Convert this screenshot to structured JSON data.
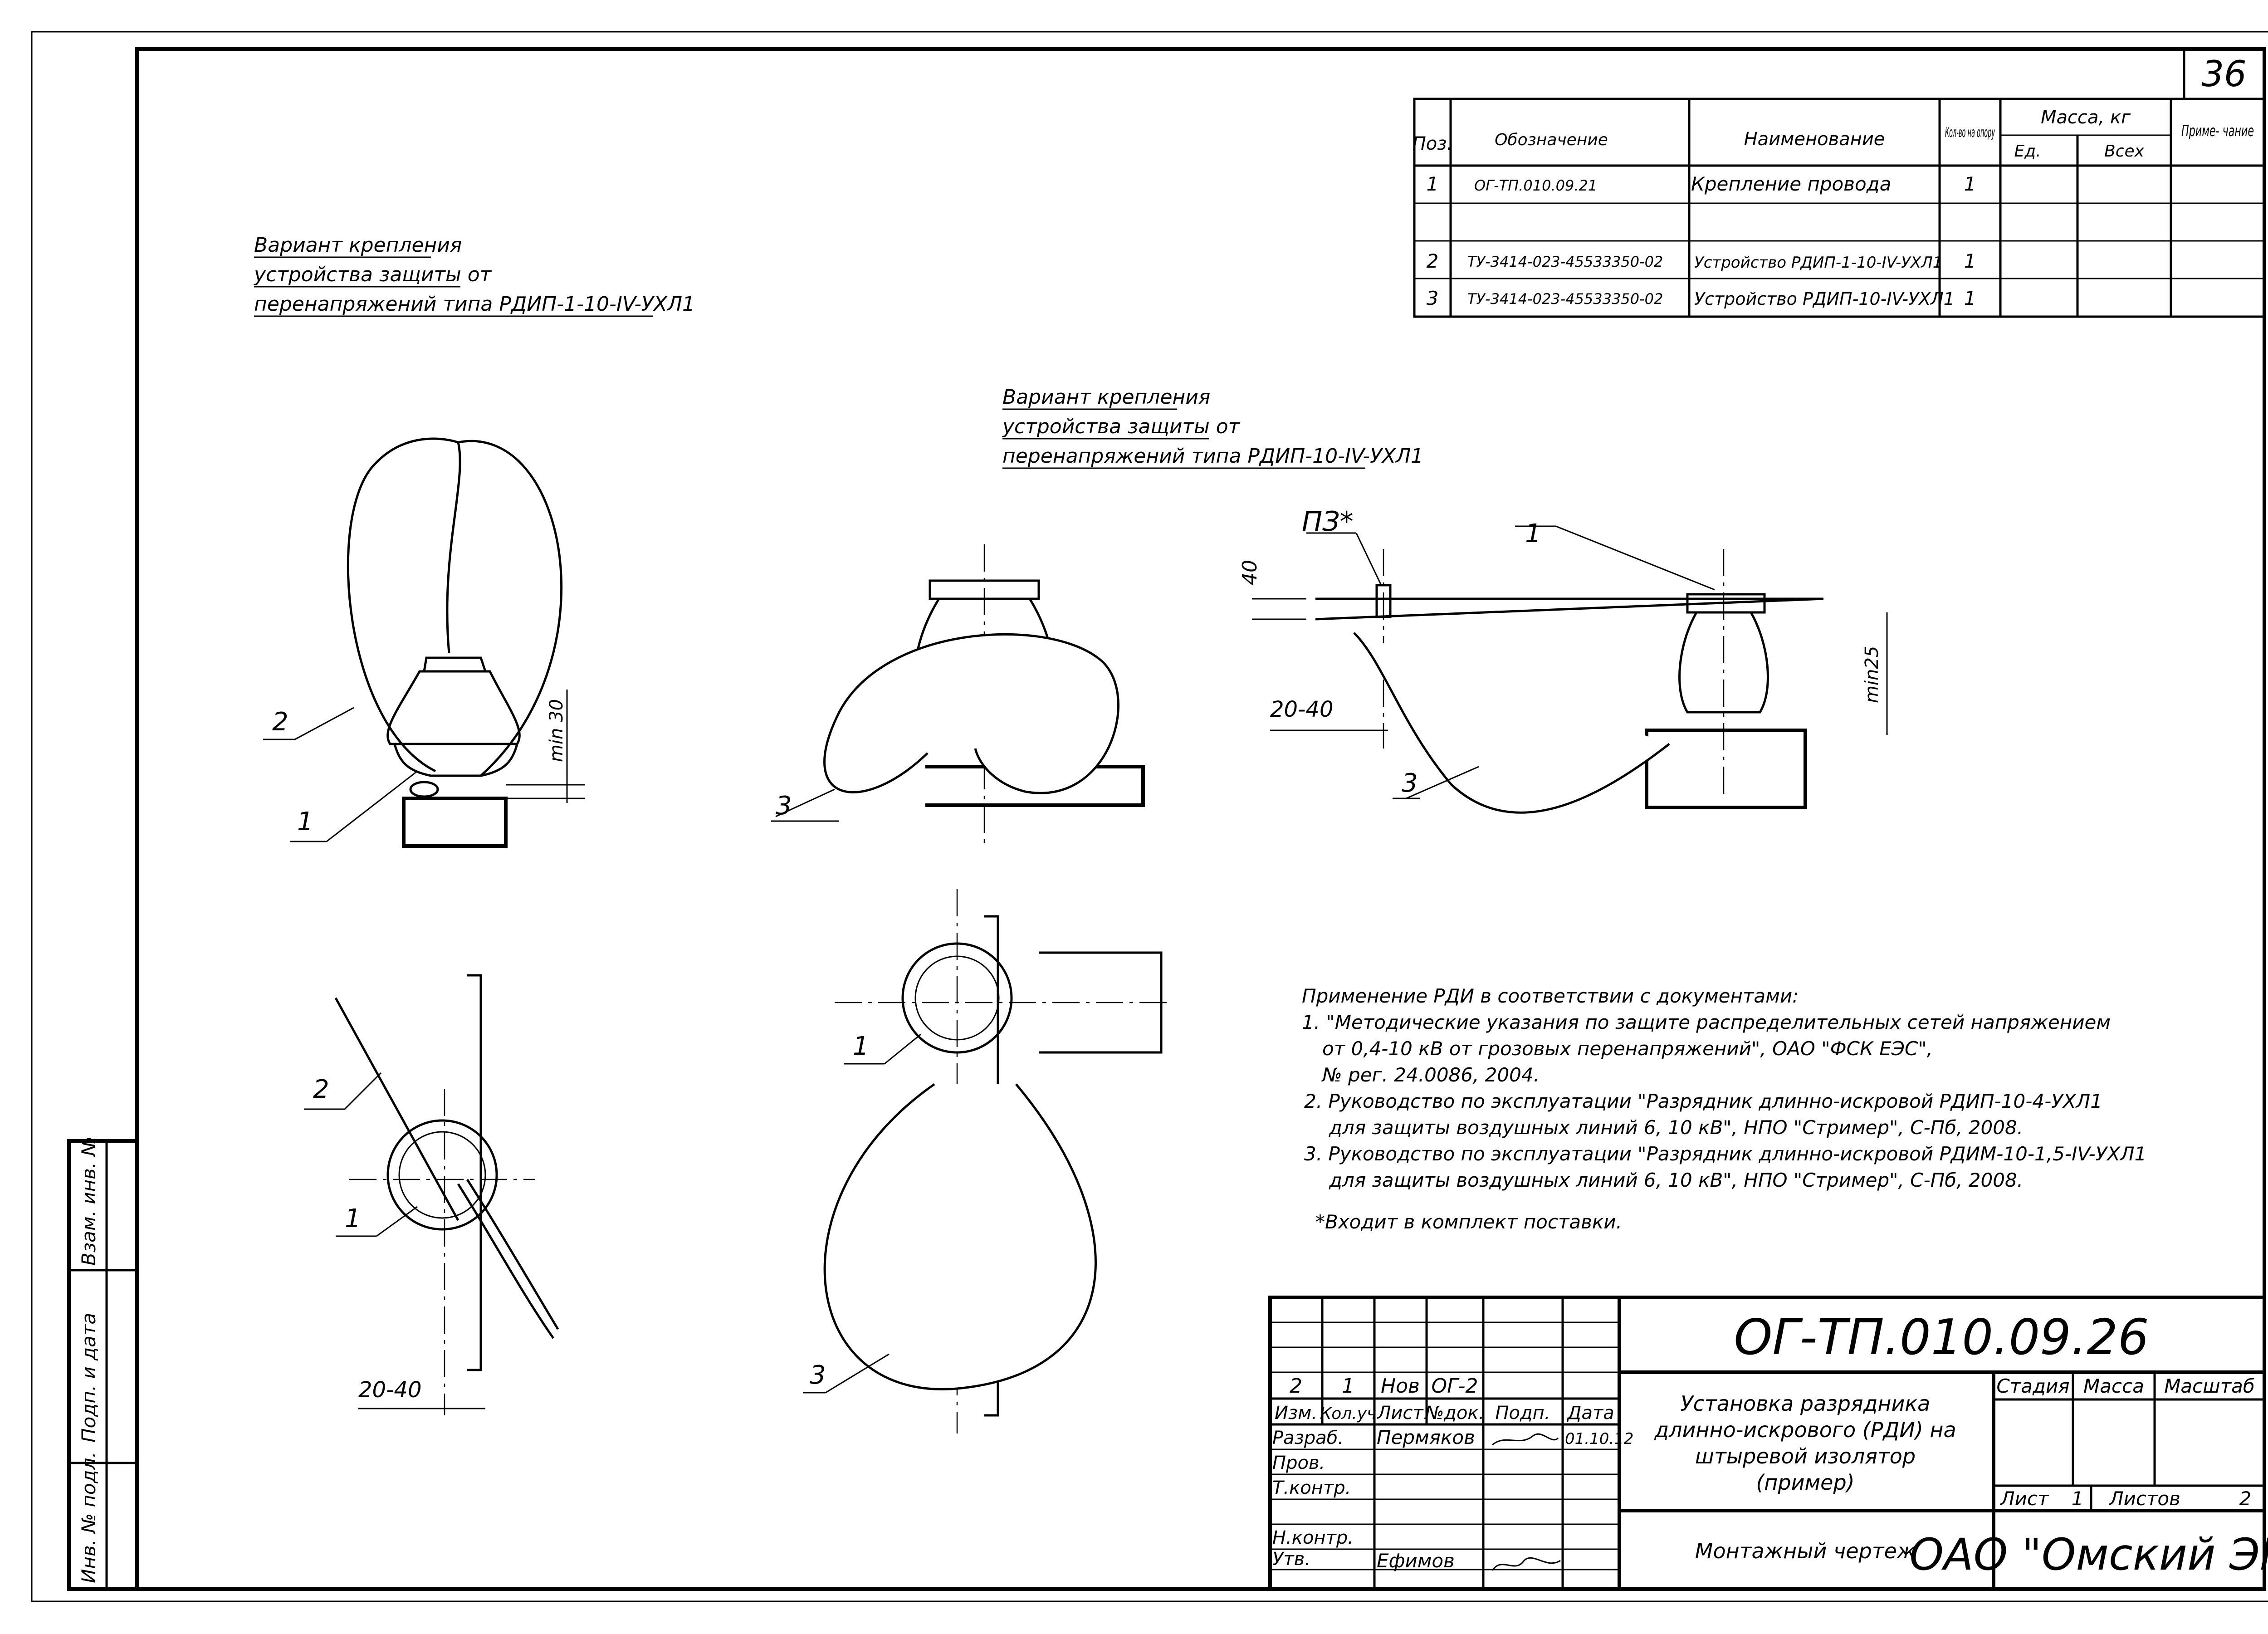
{
  "sheet_number": "36",
  "spec_table": {
    "headers": {
      "pos": "Поз.",
      "designation": "Обозначение",
      "name": "Наименование",
      "qty": "Кол-во на опору",
      "mass": "Масса, кг",
      "unit": "Ед.",
      "total": "Всех",
      "note": "Приме- чание"
    },
    "rows": [
      {
        "pos": "1",
        "designation": "ОГ-ТП.010.09.21",
        "name": "Крепление провода",
        "qty": "1"
      },
      {
        "pos": "2",
        "designation": "ТУ-3414-023-45533350-02",
        "name": "Устройство РДИП-1-10-IV-УХЛ1",
        "qty": "1"
      },
      {
        "pos": "3",
        "designation": "ТУ-3414-023-45533350-02",
        "name": "Устройство РДИП-10-IV-УХЛ1",
        "qty": "1"
      }
    ]
  },
  "variant_1": [
    "Вариант крепления",
    "устройства защиты от",
    "перенапряжений типа РДИП-1-10-IV-УХЛ1"
  ],
  "variant_2": [
    "Вариант крепления",
    "устройства защиты от",
    "перенапряжений типа РДИП-10-IV-УХЛ1"
  ],
  "callouts": {
    "one": "1",
    "two": "2",
    "three": "3",
    "pz": "ПЗ*"
  },
  "dimensions": {
    "min30": "min 30",
    "min25": "min25",
    "d40": "40",
    "d2040": "20-40"
  },
  "notes": [
    "Применение РДИ в соответствии с документами:",
    "1. \"Методические указания по защите распределительных сетей напряжением",
    "от 0,4-10 кВ от грозовых перенапряжений\", ОАО \"ФСК ЕЭС\",",
    "№ рег. 24.0086, 2004.",
    "2. Руководство по эксплуатации \"Разрядник длинно-искровой РДИП-10-4-УХЛ1",
    "для защиты воздушных линий 6, 10 кВ\", НПО \"Стример\", С-Пб, 2008.",
    "3. Руководство по эксплуатации \"Разрядник длинно-искровой РДИМ-10-1,5-IV-УХЛ1",
    "для защиты воздушных линий 6, 10 кВ\", НПО \"Стример\", С-Пб, 2008.",
    "*Входит в комплект поставки."
  ],
  "side_stamp": {
    "a": "Взам. инв. №",
    "b": "Подп. и дата",
    "c": "Инв. № подл."
  },
  "title_block": {
    "doc_code": "ОГ-ТП.010.09.26",
    "title": [
      "Установка разрядника",
      "длинно-искрового (РДИ) на",
      "штыревой изолятор",
      "(пример)"
    ],
    "drawing_type": "Монтажный чертеж",
    "company": "ОАО \"Омский ЭМЗ\"",
    "stage": "Стадия",
    "mass": "Масса",
    "scale": "Масштаб",
    "sheet_label": "Лист",
    "sheet_value": "1",
    "sheets_label": "Листов",
    "sheets_value": "2",
    "change_row": {
      "izm": "2",
      "kol": "1",
      "list": "Нов",
      "ndok": "ОГ-2"
    },
    "header_row": {
      "izm": "Изм.",
      "kol": "Кол.уч",
      "list": "Лист",
      "ndok": "№док.",
      "podp": "Подп.",
      "date": "Дата"
    },
    "roles": [
      {
        "role": "Разраб.",
        "name": "Пермяков",
        "date": "01.10.12"
      },
      {
        "role": "Пров.",
        "name": "",
        "date": ""
      },
      {
        "role": "Т.контр.",
        "name": "",
        "date": ""
      },
      {
        "role": "Н.контр.",
        "name": "",
        "date": ""
      },
      {
        "role": "Утв.",
        "name": "Ефимов",
        "date": ""
      }
    ]
  }
}
